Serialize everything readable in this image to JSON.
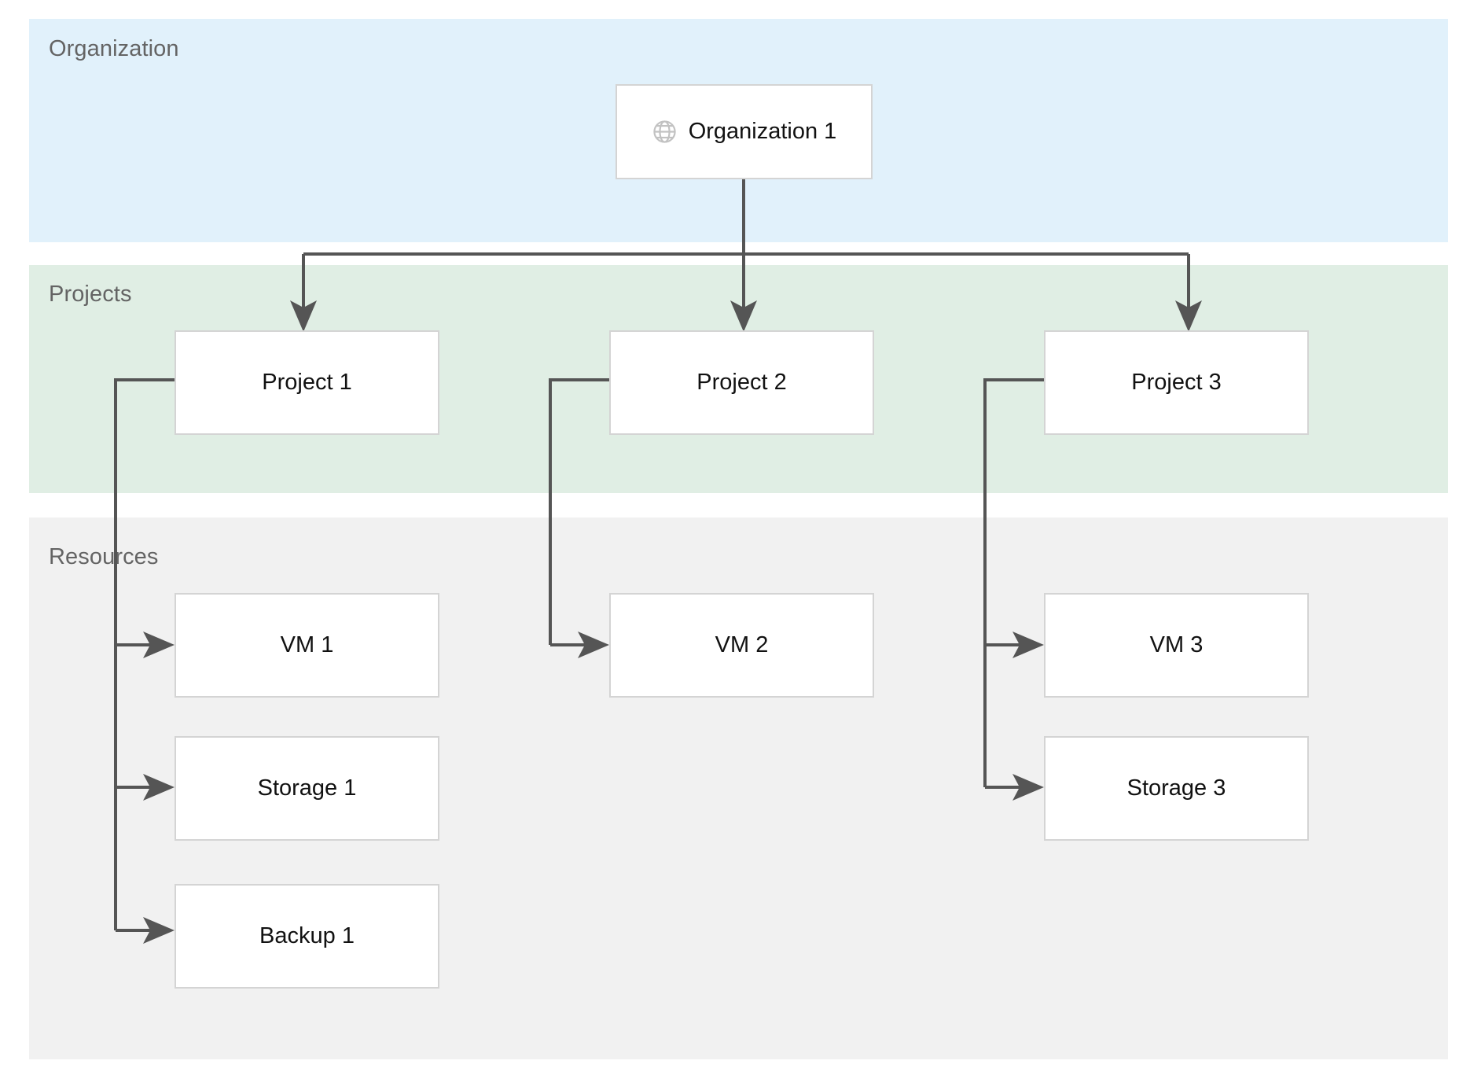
{
  "diagram": {
    "bands": [
      {
        "key": "organization",
        "label": "Organization",
        "color": "#e1f1fb"
      },
      {
        "key": "projects",
        "label": "Projects",
        "color": "#e0eee4"
      },
      {
        "key": "resources",
        "label": "Resources",
        "color": "#f1f1f1"
      }
    ],
    "organization": {
      "icon": "globe-icon",
      "label": "Organization 1"
    },
    "projects": [
      {
        "label": "Project 1"
      },
      {
        "label": "Project 2"
      },
      {
        "label": "Project 3"
      }
    ],
    "resources": {
      "project_1": [
        {
          "label": "VM 1"
        },
        {
          "label": "Storage 1"
        },
        {
          "label": "Backup 1"
        }
      ],
      "project_2": [
        {
          "label": "VM 2"
        }
      ],
      "project_3": [
        {
          "label": "VM 3"
        },
        {
          "label": "Storage 3"
        }
      ]
    },
    "colors": {
      "connector": "#555555",
      "node_border": "#d4d4d4",
      "node_fill": "#ffffff",
      "label_text": "#646464",
      "node_text": "#111111"
    }
  }
}
